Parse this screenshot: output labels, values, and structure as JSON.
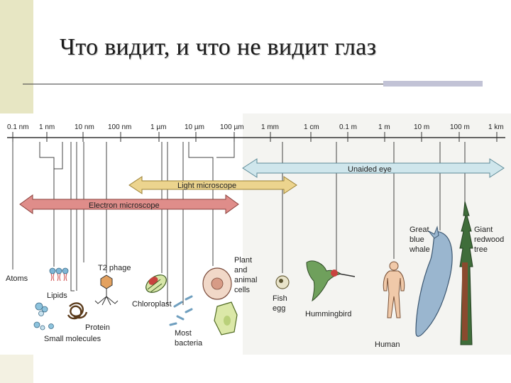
{
  "slide": {
    "title": "Что видит, и что не видит глаз"
  },
  "scale": {
    "ticks": [
      "0.1 nm",
      "1 nm",
      "10 nm",
      "100 nm",
      "1 µm",
      "10 µm",
      "100 µm",
      "1 mm",
      "1 cm",
      "0.1 m",
      "1 m",
      "10 m",
      "100 m",
      "1 km"
    ]
  },
  "ranges": {
    "unaided_eye": "Unaided eye",
    "light_microscope": "Light microscope",
    "electron_microscope": "Electron microscope"
  },
  "objects": {
    "atoms": "Atoms",
    "lipids": "Lipids",
    "t2_phage": "T2 phage",
    "protein": "Protein",
    "small_molecules": "Small molecules",
    "chloroplast": "Chloroplast",
    "most_bacteria": [
      "Most",
      "bacteria"
    ],
    "plant_animal_cells": [
      "Plant",
      "and",
      "animal",
      "cells"
    ],
    "fish_egg": [
      "Fish",
      "egg"
    ],
    "hummingbird": "Hummingbird",
    "human": "Human",
    "blue_whale": [
      "Great",
      "blue",
      "whale"
    ],
    "redwood": [
      "Giant",
      "redwood",
      "tree"
    ]
  },
  "colors": {
    "side_bar": "#e7e6c3",
    "unaided_eye": "#cfe6ec",
    "light_microscope": "#ecd48e",
    "electron_microscope": "#df8d8a"
  }
}
